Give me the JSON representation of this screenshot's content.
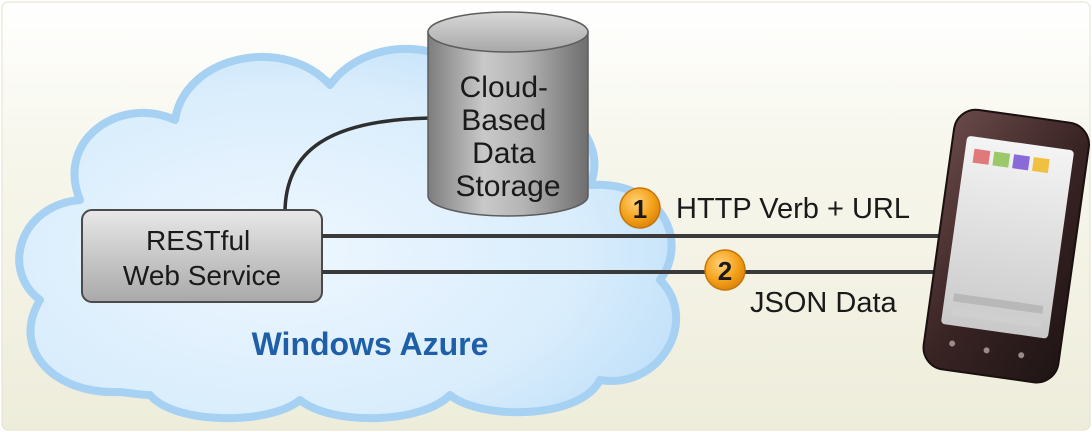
{
  "storage": {
    "lines": [
      "Cloud-",
      "Based",
      "Data",
      "Storage"
    ]
  },
  "service": {
    "lines": [
      "RESTful",
      "Web Service"
    ]
  },
  "cloud_label": "Windows Azure",
  "steps": [
    {
      "number": "1",
      "label": "HTTP Verb + URL"
    },
    {
      "number": "2",
      "label": "JSON Data"
    }
  ],
  "colors": {
    "cloud_fill": "#d5ebfb",
    "cloud_outline": "#a9d3f4",
    "title_blue": "#1f5fa8",
    "badge_orange": "#f39b12",
    "arrow": "#3a3a3a",
    "cylinder": "#9a9a9a",
    "phone_frame": "#3a2a2a"
  },
  "icons": [
    "database-cylinder-icon",
    "mobile-phone-icon",
    "step-badge-icon",
    "arrow-icon"
  ]
}
